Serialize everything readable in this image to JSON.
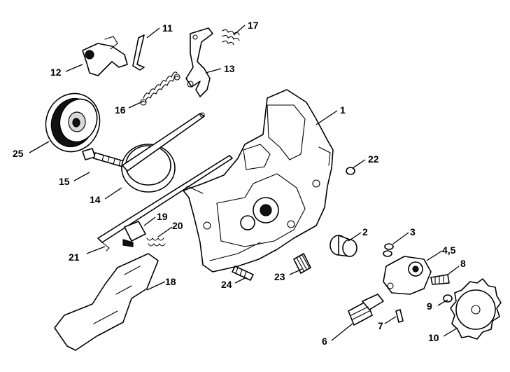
{
  "callouts": {
    "c1": "1",
    "c2": "2",
    "c3": "3",
    "c45": "4,5",
    "c6": "6",
    "c7": "7",
    "c8": "8",
    "c9": "9",
    "c10": "10",
    "c11": "11",
    "c12": "12",
    "c13": "13",
    "c14": "14",
    "c15": "15",
    "c16": "16",
    "c17": "17",
    "c18": "18",
    "c19": "19",
    "c20": "20",
    "c21": "21",
    "c22": "22",
    "c23": "23",
    "c24": "24",
    "c25": "25"
  }
}
